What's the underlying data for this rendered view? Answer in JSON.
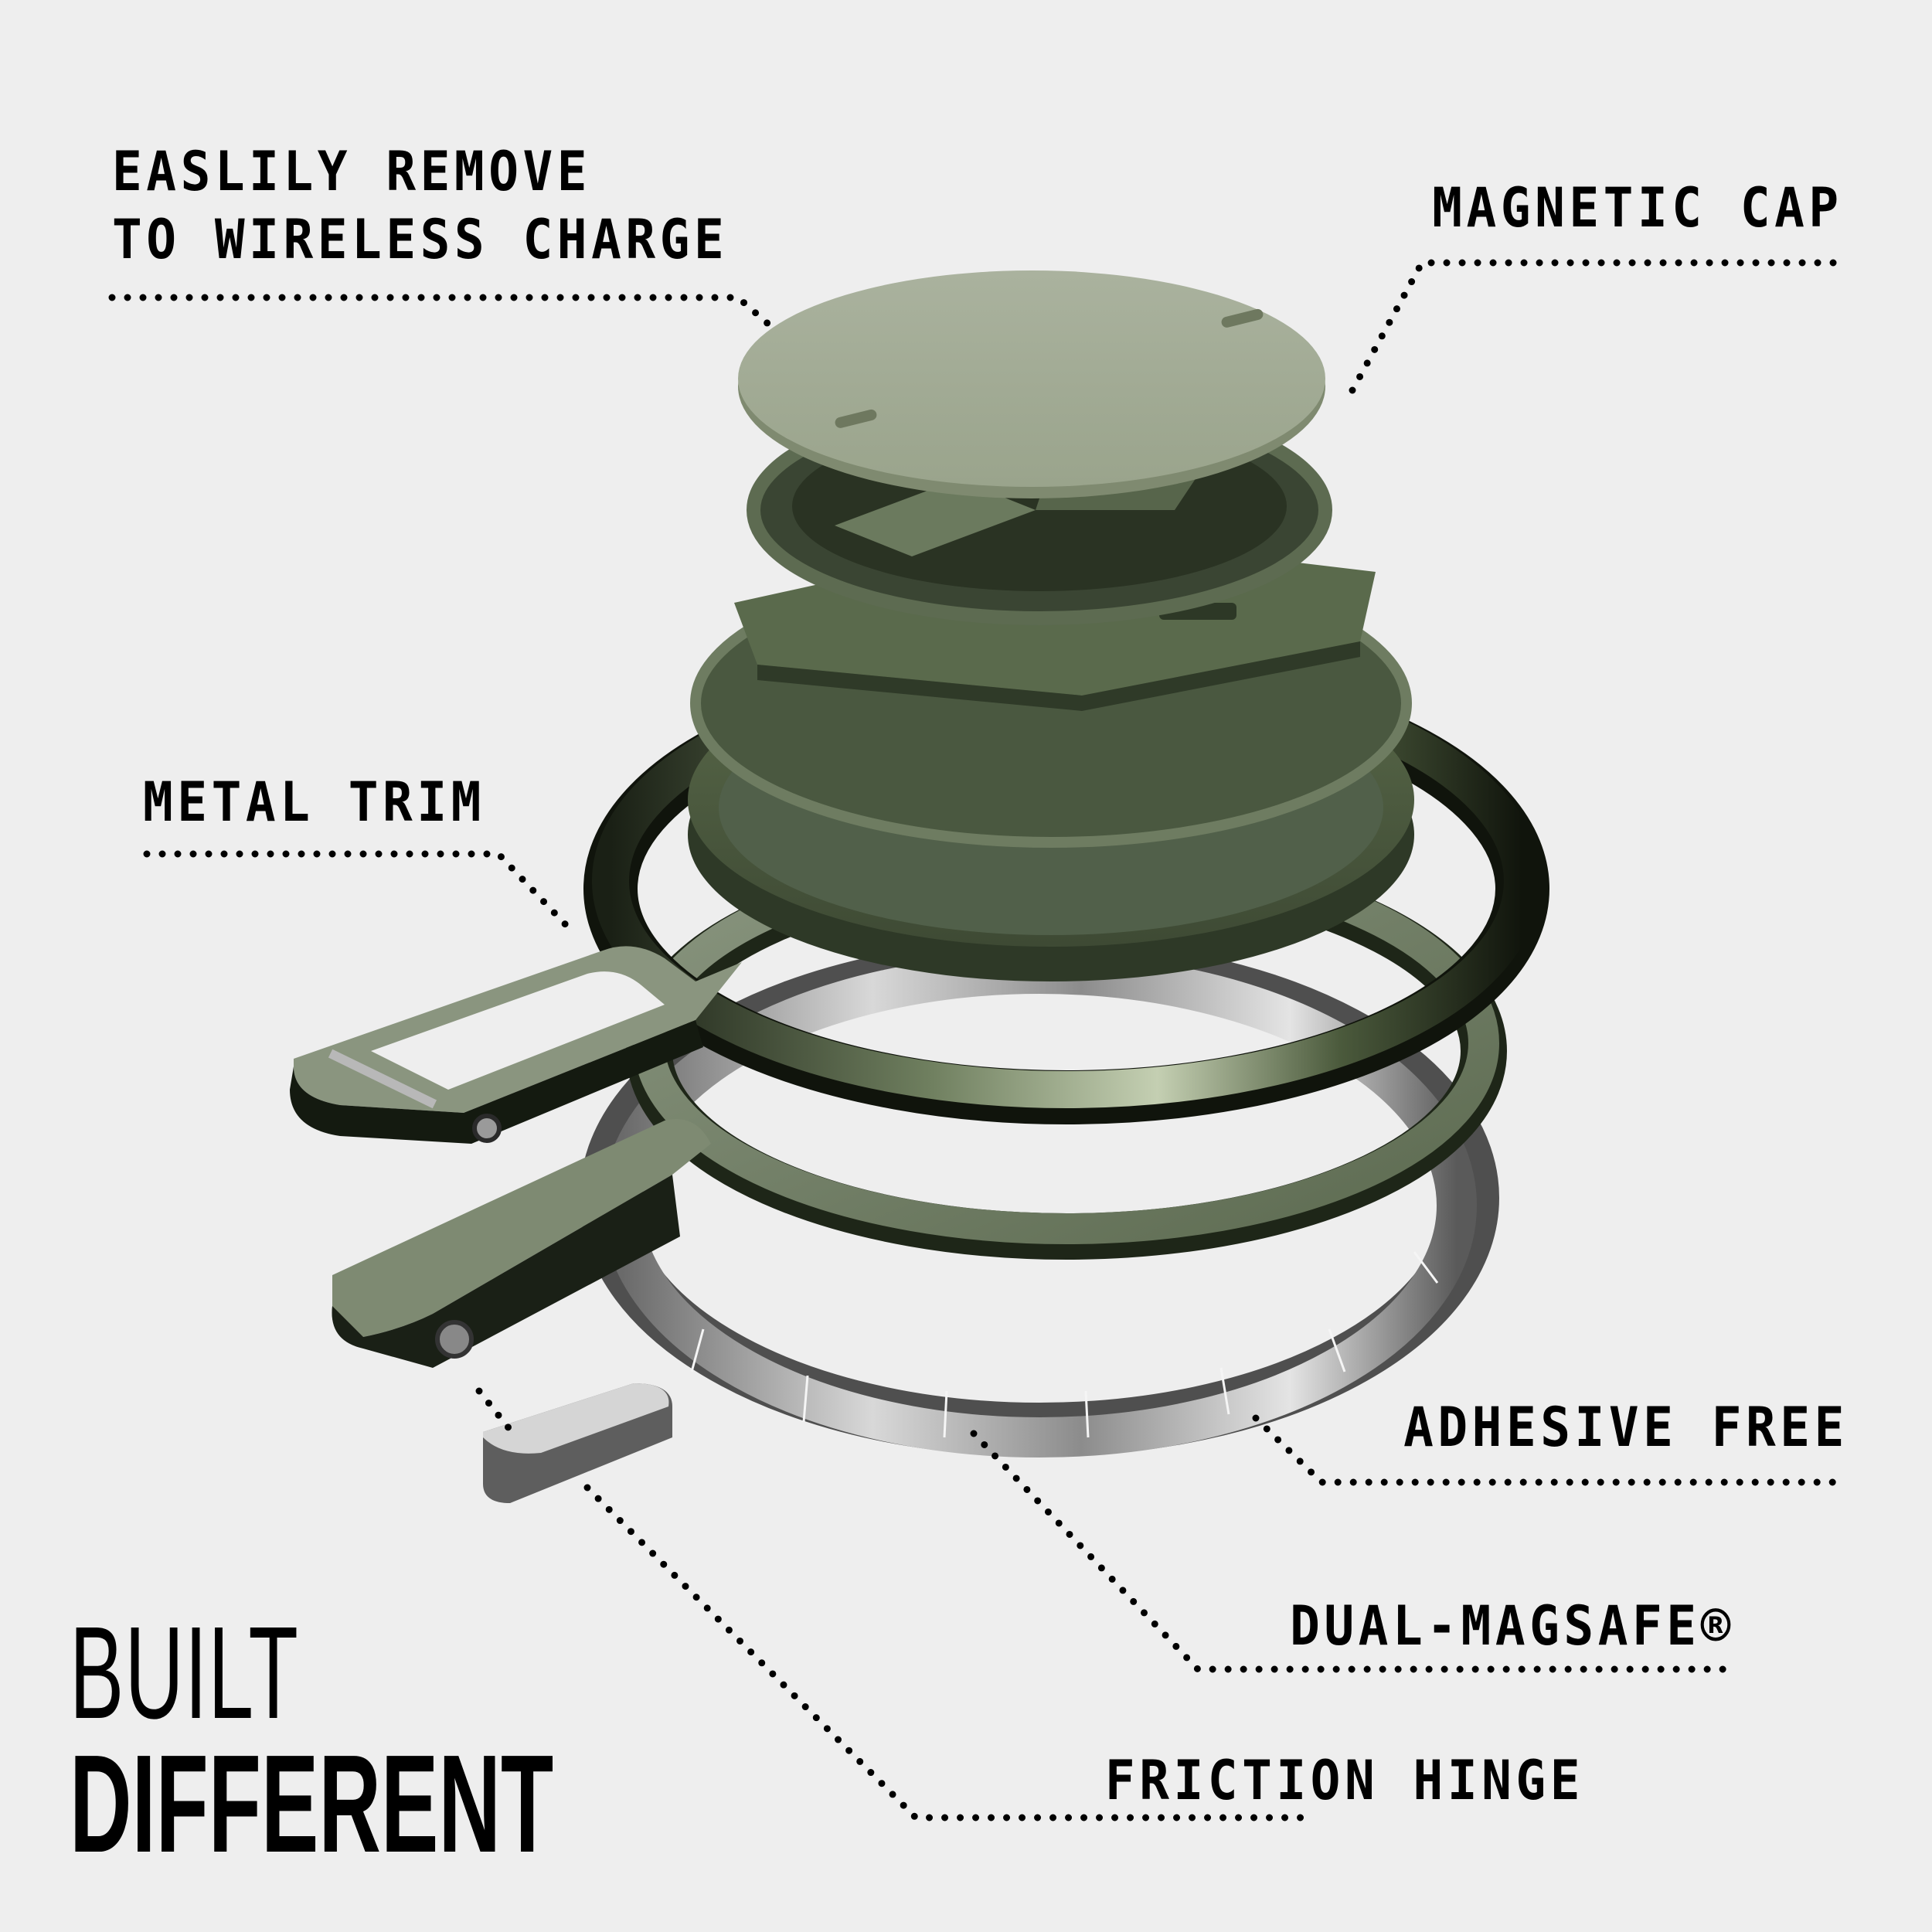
{
  "callouts": [
    {
      "id": "wireless",
      "lines": [
        "EASLILY REMOVE",
        "TO WIRELESS CHARGE"
      ]
    },
    {
      "id": "cap",
      "lines": [
        "MAGNETIC CAP"
      ]
    },
    {
      "id": "trim",
      "lines": [
        "METAL TRIM"
      ]
    },
    {
      "id": "adhesive",
      "lines": [
        "ADHESIVE FREE"
      ]
    },
    {
      "id": "magsafe",
      "lines": [
        "DUAL-MAGSAFE®"
      ]
    },
    {
      "id": "hinge",
      "lines": [
        "FRICTION HINGE"
      ]
    }
  ],
  "headline": {
    "line1": "BUILT",
    "line2": "DIFFERENT"
  },
  "colors": {
    "background": "#eeeeee",
    "text": "#000000",
    "cap_green": "#a7b09b",
    "body_green": "#5f6e50",
    "dark_green": "#3c4733",
    "metal_green": "#7b8a6e",
    "magnet_silver": "#b9b9b9",
    "magnet_dark": "#6c6c6c"
  }
}
